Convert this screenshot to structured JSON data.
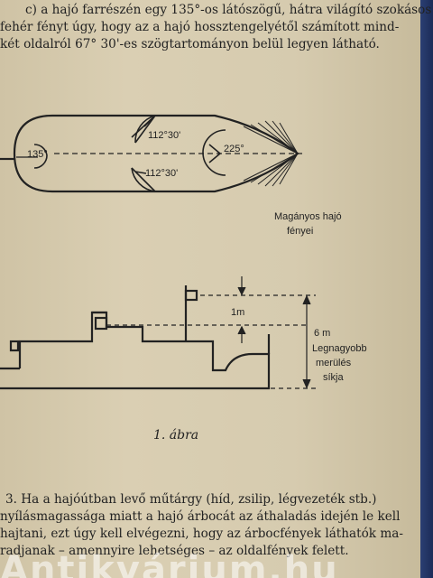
{
  "top_text": {
    "lines": [
      "c) a hajó farrészén egy 135°-os látószögű, hátra világító szokásos",
      "fehér fényt úgy, hogy az a hajó hossztengelyétől számított mind-",
      "két oldalról 67° 30'-es szögtartományon belül legyen látható."
    ]
  },
  "diagram_top": {
    "angle_stern": "135°",
    "angle_upper": "112°30'",
    "angle_lower": "112°30'",
    "angle_masthead": "225°",
    "caption_line1": "Magányos hajó",
    "caption_line2": "fényei"
  },
  "diagram_side": {
    "label_1m": "1m",
    "label_6m": "6 m",
    "label_draft_1": "Legnagyobb",
    "label_draft_2": "merülés",
    "label_draft_3": "síkja"
  },
  "figure_caption": "1. ábra",
  "bottom_text": {
    "lines": [
      "3. Ha a hajóútban levő műtárgy (híd, zsilip, légvezeték stb.)",
      "nyílásmagassága miatt a hajó árbocát az áthaladás idején le kell",
      "hajtani, ezt úgy kell elvégezni, hogy az árbocfények láthatók ma-",
      "radjanak – amennyire lehetséges – az oldalfények felett."
    ]
  },
  "watermark": "Antikvárium.hu"
}
